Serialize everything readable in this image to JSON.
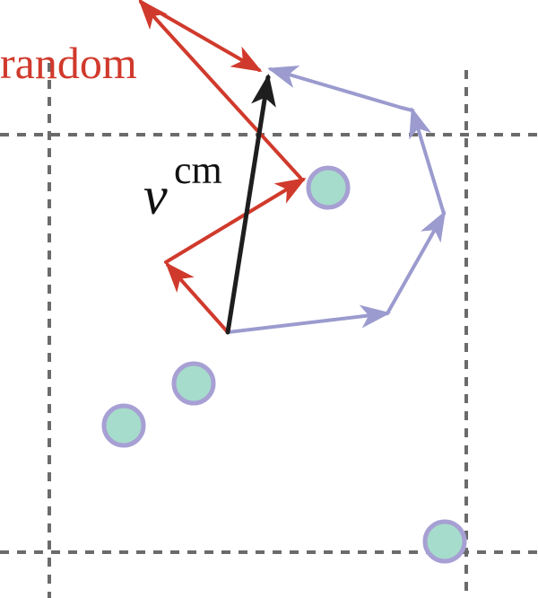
{
  "labels": {
    "random": "random",
    "velocity_symbol": "v",
    "velocity_superscript": "cm"
  },
  "colors": {
    "grid": "#6b6b6b",
    "random_arrow": "#d03a2c",
    "cm_arrow": "#1e1e1e",
    "blue_path": "#9b9bcf",
    "particle_fill": "#a6dccb",
    "particle_stroke": "#a7a0d4",
    "background": "#ffffff"
  }
}
